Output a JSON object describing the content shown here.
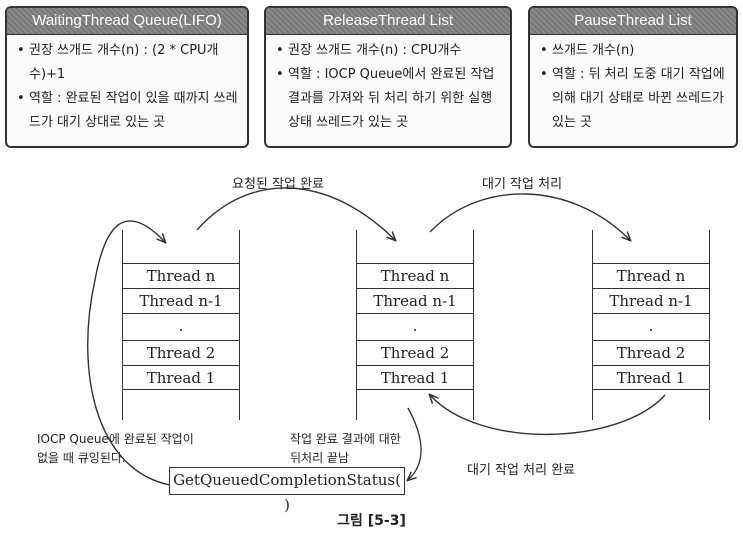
{
  "boxes": [
    {
      "title": "WaitingThread Queue(LIFO)",
      "lines": [
        "권장 쓰개드 개수(n) : (2 * CPU개수)+1",
        "역할 : 완료된 작업이 있을 때까지 쓰레드가 대기 상대로 있는 곳"
      ]
    },
    {
      "title": "ReleaseThread List",
      "lines": [
        "권장 쓰개드 개수(n) : CPU개수",
        "역할 : IOCP Queue에서 완료된 작업 결과를 가져와 뒤 처리 하기 위한 실행 상태 쓰레드가 있는 곳"
      ]
    },
    {
      "title": "PauseThread List",
      "lines": [
        "쓰개드 개수(n)",
        "역할 : 뒤 처리 도중 대기 작업에 의해 대기 상태로 바뀐 쓰레드가 있는 곳"
      ]
    }
  ],
  "stack_cells": [
    "Thread n",
    "Thread n-1",
    ".",
    "Thread 2",
    "Thread 1"
  ],
  "labels": {
    "requested_done": "요청된 작업 완료",
    "wait_process": "대기 작업 처리",
    "wait_process_done": "대기 작업 처리 완료",
    "queue_note_1": "IOCP Queue에 완료된 작업이",
    "queue_note_2": "없을 때 큐잉된다.",
    "post_note_1": "작업 완료 결과에 대한",
    "post_note_2": "뒤처리 끝남",
    "api": "GetQueuedCompletionStatus( )",
    "caption": "그림 [5-3]"
  }
}
